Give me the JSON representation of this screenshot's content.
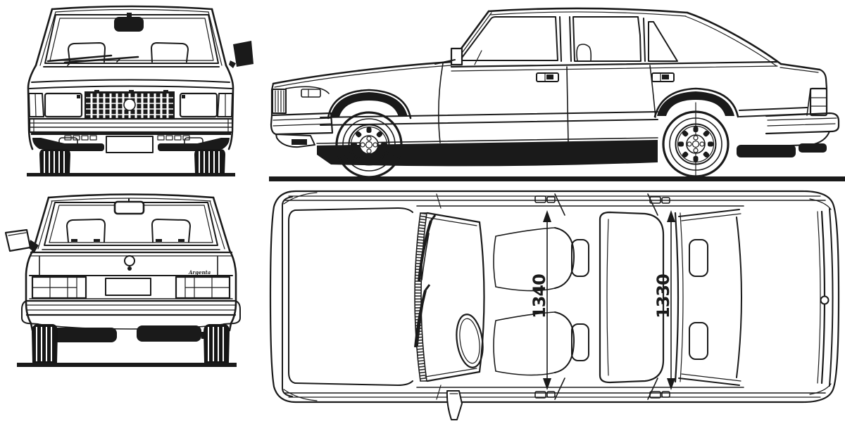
{
  "canvas": {
    "background": "#ffffff",
    "line_color": "#1a1a1a"
  },
  "dimension_labels": {
    "front_cabin_width": "1340",
    "rear_cabin_width": "1330"
  },
  "badge": {
    "text": "Argenta"
  }
}
